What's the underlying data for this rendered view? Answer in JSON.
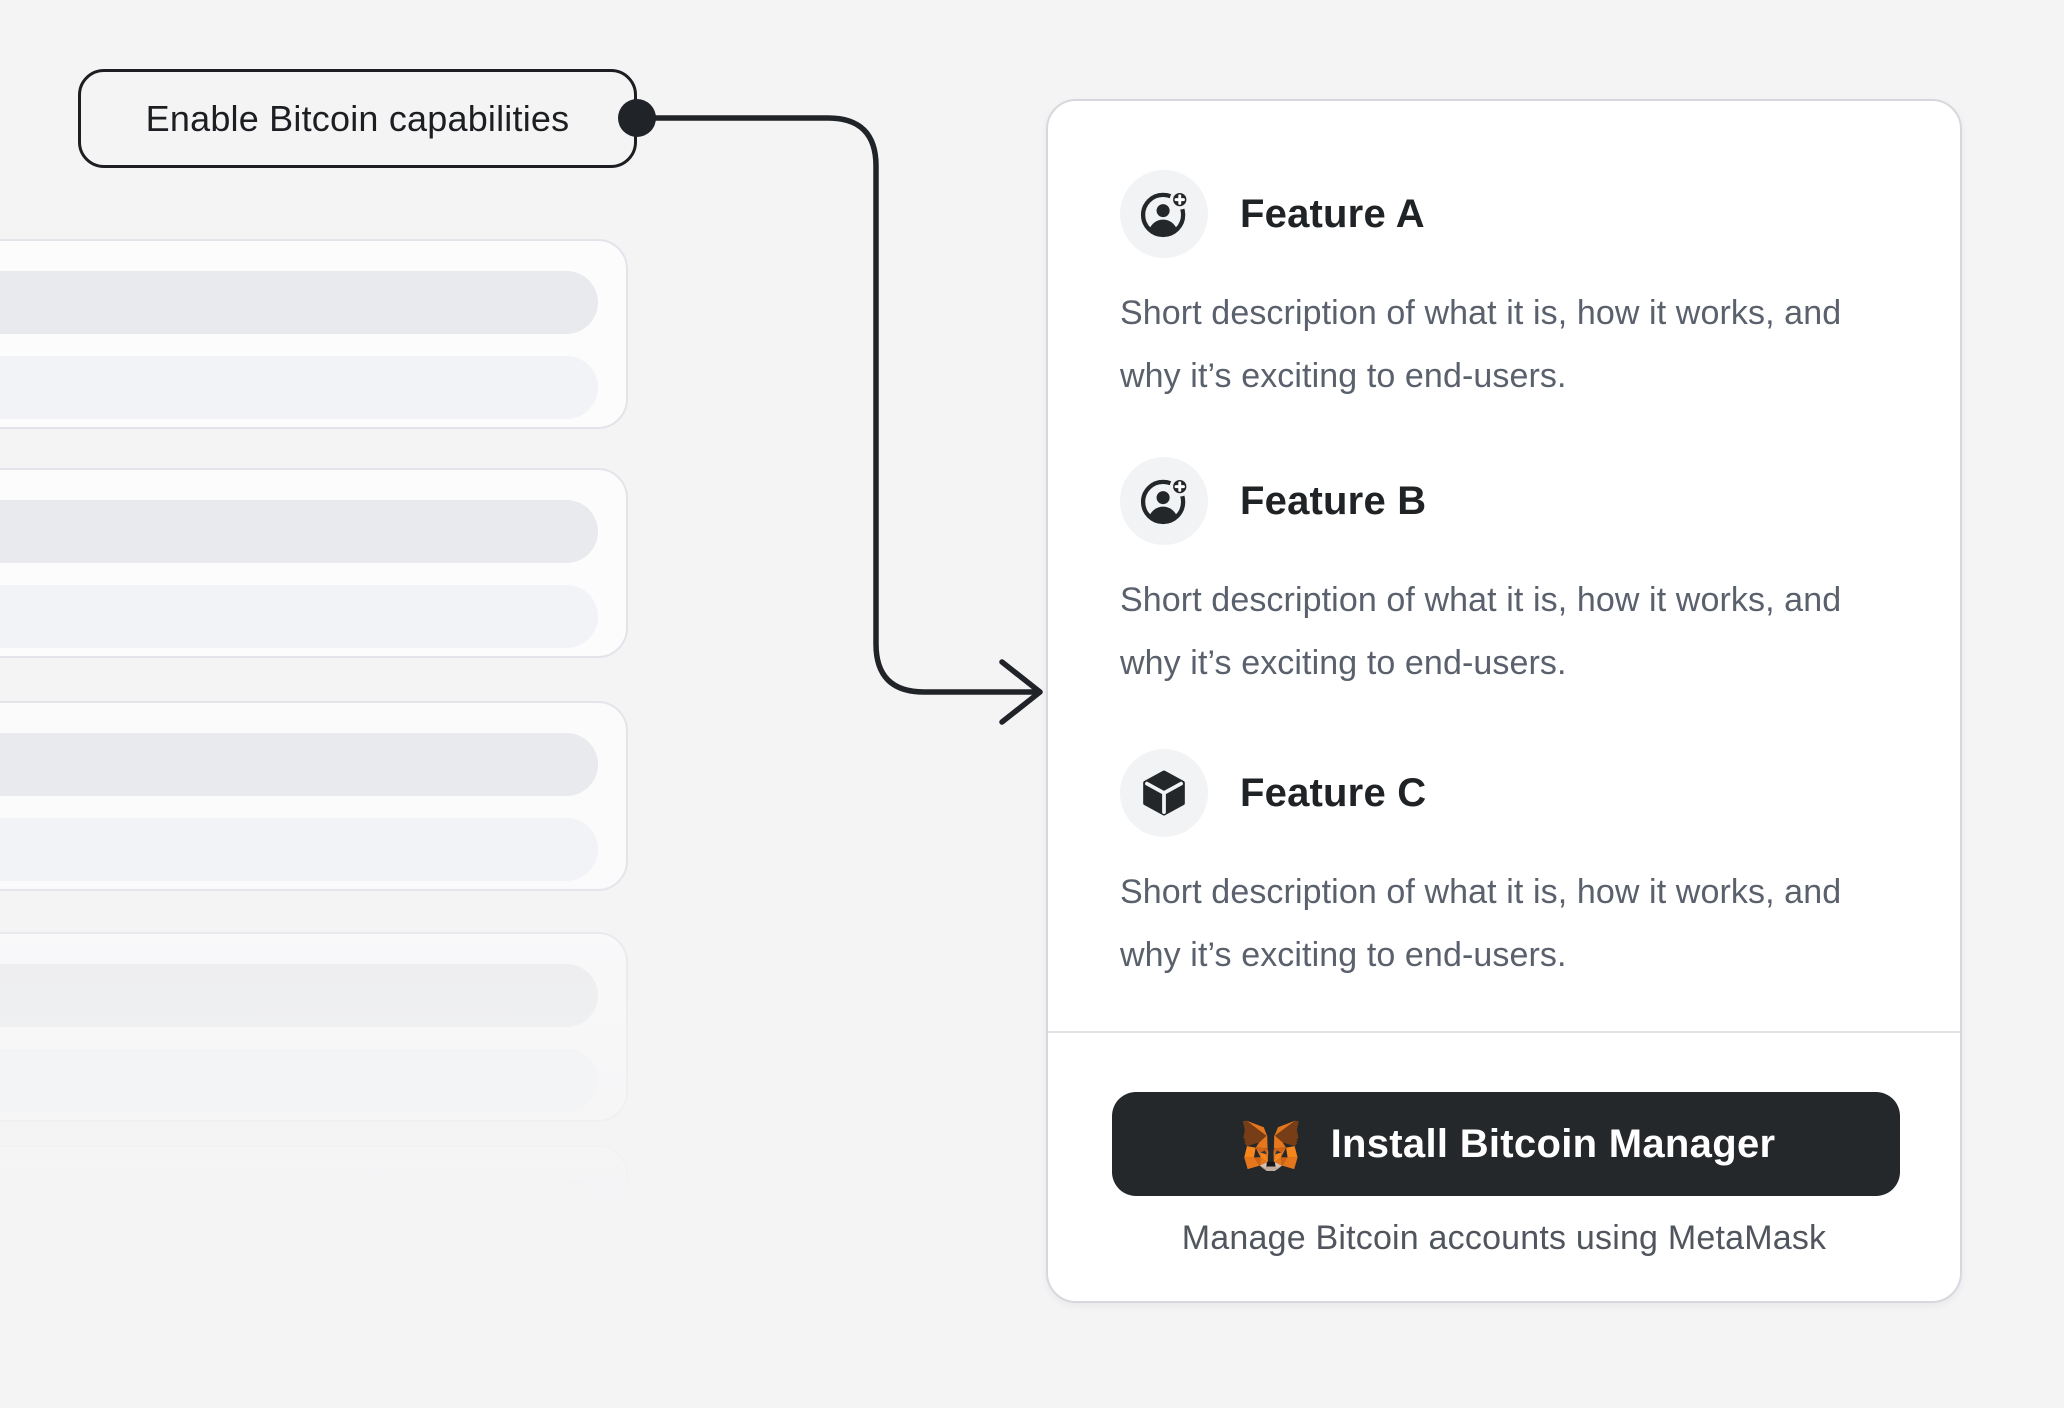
{
  "page": {
    "background": "#f4f4f5"
  },
  "callout": {
    "label": "Enable Bitcoin capabilities"
  },
  "connector": {
    "color": "#202327",
    "style": "elbow-arrow-with-start-dot"
  },
  "skeleton": {
    "card_count": 5,
    "bars_per_card": 2
  },
  "features_card": {
    "features": [
      {
        "icon": "user-add-icon",
        "title": "Feature A",
        "description": "Short description of what it is, how it works, and why it’s exciting to end-users."
      },
      {
        "icon": "user-add-icon",
        "title": "Feature B",
        "description": "Short description of what it is, how it works, and why it’s exciting to end-users."
      },
      {
        "icon": "cube-icon",
        "title": "Feature C",
        "description": "Short description of what it is, how it works, and why it’s exciting to end-users."
      }
    ],
    "footer": {
      "install_button_label": "Install Bitcoin Manager",
      "install_button_icon": "metamask-fox-icon",
      "caption": "Manage Bitcoin accounts using MetaMask"
    }
  },
  "colors": {
    "page_bg": "#f4f4f5",
    "card_bg": "#ffffff",
    "card_border": "#d6d8dd",
    "title_text": "#202326",
    "body_text": "#5a616c",
    "button_bg": "#25282b",
    "button_text": "#ffffff",
    "icon_circle_bg": "#f2f3f5",
    "icon_glyph": "#24272a",
    "connector": "#202327",
    "skeleton_bar_dark": "#e9eaee",
    "skeleton_bar_light": "#f2f3f7",
    "metamask_orange": "#f6851b"
  }
}
